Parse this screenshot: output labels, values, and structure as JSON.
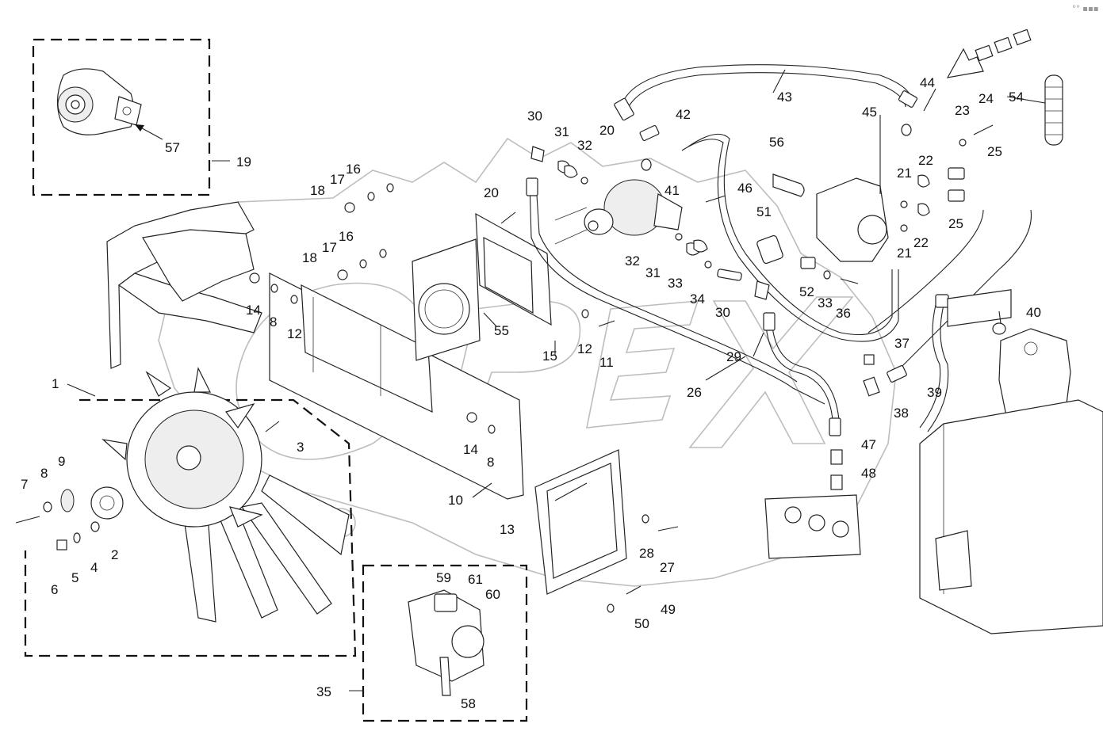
{
  "corner_glyphs": "°° ▪▪▪",
  "watermark_text": "OPEX",
  "labels": [
    {
      "id": "1",
      "text": "1"
    },
    {
      "id": "2",
      "text": "2"
    },
    {
      "id": "3",
      "text": "3"
    },
    {
      "id": "4",
      "text": "4"
    },
    {
      "id": "5",
      "text": "5"
    },
    {
      "id": "6",
      "text": "6"
    },
    {
      "id": "7",
      "text": "7"
    },
    {
      "id": "8a",
      "text": "8"
    },
    {
      "id": "8b",
      "text": "8"
    },
    {
      "id": "8c",
      "text": "8"
    },
    {
      "id": "9",
      "text": "9"
    },
    {
      "id": "10",
      "text": "10"
    },
    {
      "id": "11",
      "text": "11"
    },
    {
      "id": "12a",
      "text": "12"
    },
    {
      "id": "12b",
      "text": "12"
    },
    {
      "id": "13",
      "text": "13"
    },
    {
      "id": "14a",
      "text": "14"
    },
    {
      "id": "14b",
      "text": "14"
    },
    {
      "id": "15",
      "text": "15"
    },
    {
      "id": "16a",
      "text": "16"
    },
    {
      "id": "16b",
      "text": "16"
    },
    {
      "id": "17a",
      "text": "17"
    },
    {
      "id": "17b",
      "text": "17"
    },
    {
      "id": "18a",
      "text": "18"
    },
    {
      "id": "18b",
      "text": "18"
    },
    {
      "id": "19",
      "text": "19"
    },
    {
      "id": "20a",
      "text": "20"
    },
    {
      "id": "20b",
      "text": "20"
    },
    {
      "id": "21a",
      "text": "21"
    },
    {
      "id": "21b",
      "text": "21"
    },
    {
      "id": "22a",
      "text": "22"
    },
    {
      "id": "22b",
      "text": "22"
    },
    {
      "id": "23",
      "text": "23"
    },
    {
      "id": "24",
      "text": "24"
    },
    {
      "id": "25a",
      "text": "25"
    },
    {
      "id": "25b",
      "text": "25"
    },
    {
      "id": "26",
      "text": "26"
    },
    {
      "id": "27",
      "text": "27"
    },
    {
      "id": "28",
      "text": "28"
    },
    {
      "id": "29",
      "text": "29"
    },
    {
      "id": "30a",
      "text": "30"
    },
    {
      "id": "30b",
      "text": "30"
    },
    {
      "id": "31a",
      "text": "31"
    },
    {
      "id": "31b",
      "text": "31"
    },
    {
      "id": "32a",
      "text": "32"
    },
    {
      "id": "32b",
      "text": "32"
    },
    {
      "id": "33a",
      "text": "33"
    },
    {
      "id": "33b",
      "text": "33"
    },
    {
      "id": "34",
      "text": "34"
    },
    {
      "id": "35",
      "text": "35"
    },
    {
      "id": "36",
      "text": "36"
    },
    {
      "id": "37",
      "text": "37"
    },
    {
      "id": "38",
      "text": "38"
    },
    {
      "id": "39",
      "text": "39"
    },
    {
      "id": "40",
      "text": "40"
    },
    {
      "id": "41",
      "text": "41"
    },
    {
      "id": "42",
      "text": "42"
    },
    {
      "id": "43",
      "text": "43"
    },
    {
      "id": "44",
      "text": "44"
    },
    {
      "id": "45",
      "text": "45"
    },
    {
      "id": "46",
      "text": "46"
    },
    {
      "id": "47",
      "text": "47"
    },
    {
      "id": "48",
      "text": "48"
    },
    {
      "id": "49",
      "text": "49"
    },
    {
      "id": "50",
      "text": "50"
    },
    {
      "id": "51",
      "text": "51"
    },
    {
      "id": "52",
      "text": "52"
    },
    {
      "id": "54",
      "text": "54"
    },
    {
      "id": "55",
      "text": "55"
    },
    {
      "id": "56",
      "text": "56"
    },
    {
      "id": "57",
      "text": "57"
    },
    {
      "id": "58",
      "text": "58"
    },
    {
      "id": "59",
      "text": "59"
    },
    {
      "id": "60",
      "text": "60"
    },
    {
      "id": "61",
      "text": "61"
    }
  ]
}
